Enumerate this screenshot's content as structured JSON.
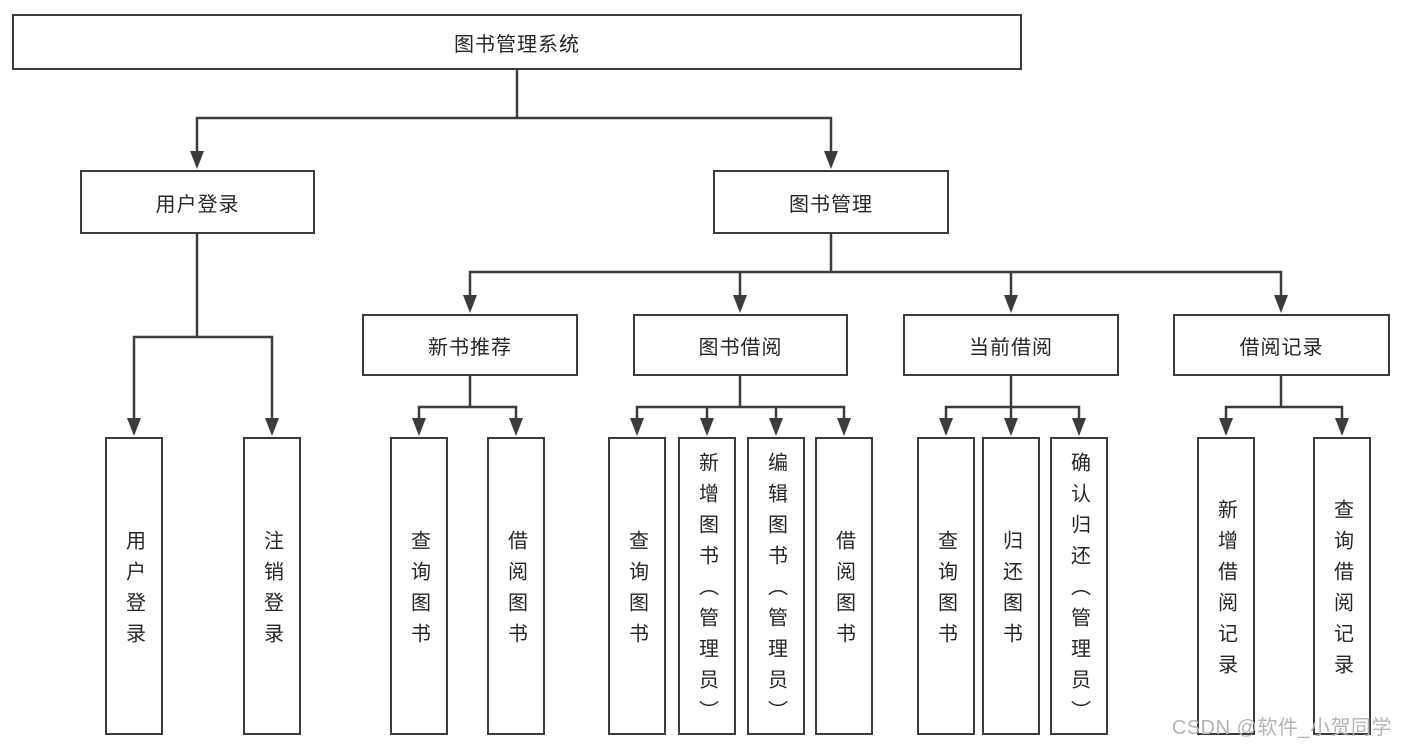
{
  "tree": {
    "label": "图书管理系统",
    "children": [
      {
        "label": "用户登录",
        "children": [
          {
            "label": "用户登录"
          },
          {
            "label": "注销登录"
          }
        ]
      },
      {
        "label": "图书管理",
        "children": [
          {
            "label": "新书推荐",
            "children": [
              {
                "label": "查询图书"
              },
              {
                "label": "借阅图书"
              }
            ]
          },
          {
            "label": "图书借阅",
            "children": [
              {
                "label": "查询图书"
              },
              {
                "label": "新增图书（管理员）"
              },
              {
                "label": "编辑图书（管理员）"
              },
              {
                "label": "借阅图书"
              }
            ]
          },
          {
            "label": "当前借阅",
            "children": [
              {
                "label": "查询图书"
              },
              {
                "label": "归还图书"
              },
              {
                "label": "确认归还（管理员）"
              }
            ]
          },
          {
            "label": "借阅记录",
            "children": [
              {
                "label": "新增借阅记录"
              },
              {
                "label": "查询借阅记录"
              }
            ]
          }
        ]
      }
    ]
  },
  "watermark": {
    "text": "CSDN @软件_小贺同学"
  },
  "colors": {
    "line": "#3c3c3c",
    "border": "#3c3c3c",
    "text": "#262626",
    "watermark": "#b4b4b4",
    "background": "#ffffff"
  }
}
